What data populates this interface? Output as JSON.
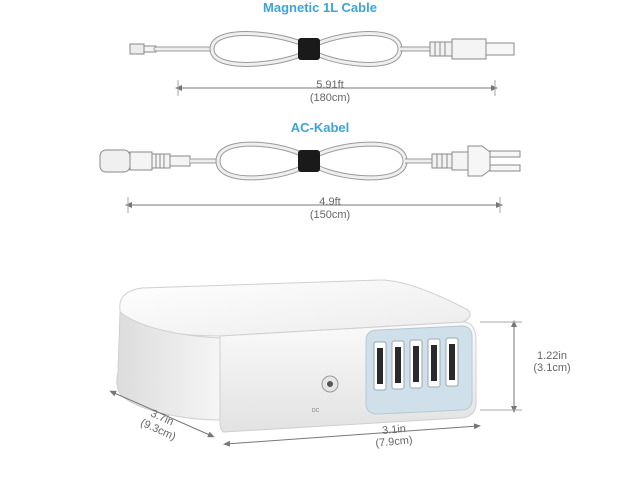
{
  "cable_magnetic": {
    "title": "Magnetic 1L Cable",
    "length_ft": "5.91ft",
    "length_cm": "(180cm)"
  },
  "cable_ac": {
    "title": "AC-Kabel",
    "length_ft": "4.9ft",
    "length_cm": "(150cm)"
  },
  "charger": {
    "depth_in": "3.7in",
    "depth_cm": "(9.3cm)",
    "width_in": "3.1in",
    "width_cm": "(7.9cm)",
    "height_in": "1.22in",
    "height_cm": "(3.1cm)",
    "port_count": 5
  },
  "colors": {
    "title": "#3aa6d8",
    "cable": "#d8d8d8",
    "cable_stroke": "#9a9a9a",
    "tie": "#1a1a1a",
    "dimension": "#666666",
    "body": "#f3f3f3",
    "panel": "#cfe0ea"
  }
}
